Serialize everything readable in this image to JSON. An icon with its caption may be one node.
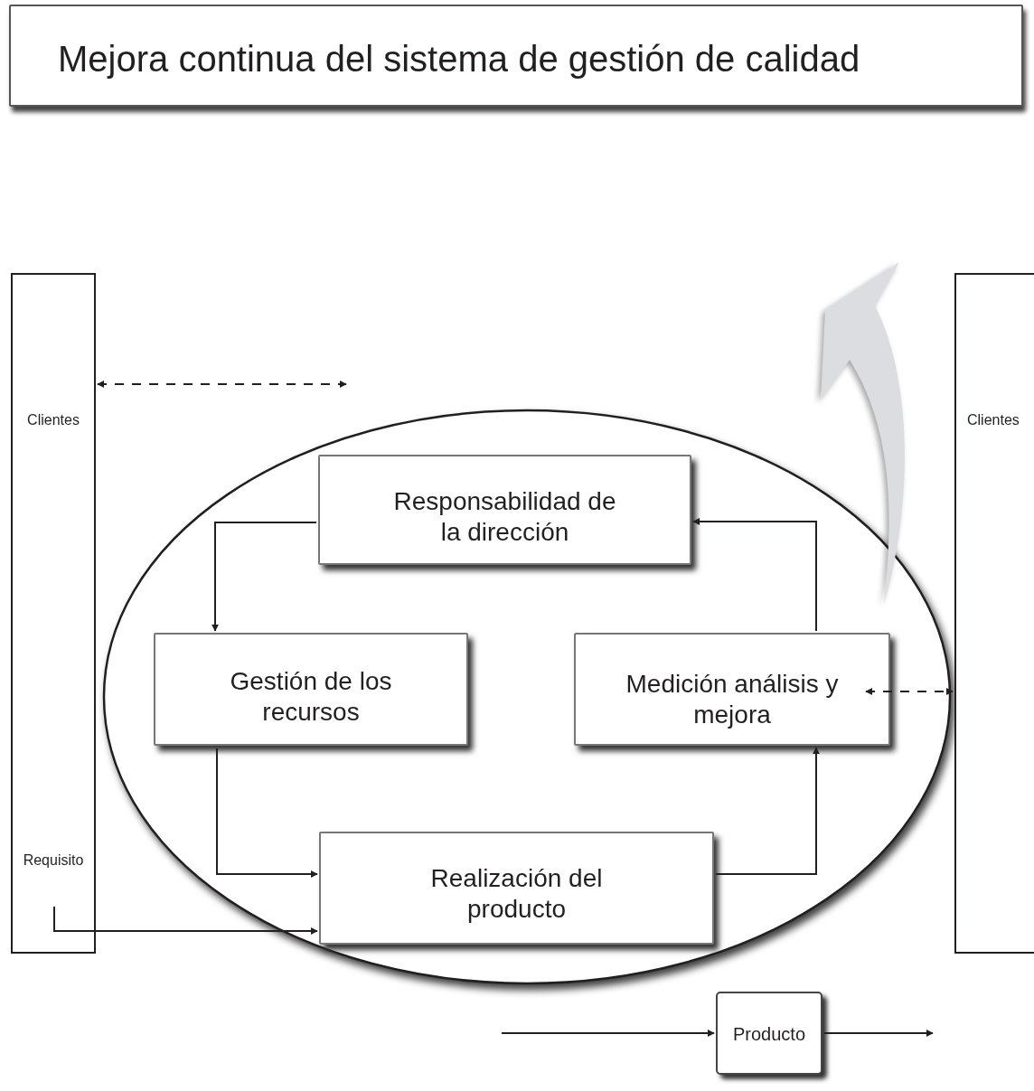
{
  "diagram": {
    "nodes": [
      {
        "text": [
          "Mejora continua del sistema de gestión de calidad"
        ]
      },
      {
        "text": [
          "Clientes",
          "Requisito"
        ]
      },
      {
        "text": [],
        "shape": "ellipse"
      },
      {
        "text": [
          "Responsabilidad de la dirección"
        ],
        "in": 2
      },
      {
        "text": [
          "Gestión de los recursos"
        ],
        "in": 2
      },
      {
        "text": [
          "Medición análisis y mejora"
        ],
        "in": 2
      },
      {
        "text": [
          "Realización del producto"
        ],
        "in": 2
      },
      {
        "text": [
          "Clientes"
        ]
      },
      {
        "text": [
          "Producto"
        ]
      }
    ],
    "edges": [
      {
        "from": 3,
        "to": 4,
        "arrow": "to"
      },
      {
        "from": 4,
        "to": 6,
        "arrow": "to"
      },
      {
        "from": 6,
        "to": 5,
        "arrow": "to"
      },
      {
        "from": 5,
        "to": 3,
        "arrow": "to"
      },
      {
        "from": 1,
        "to": 6,
        "arrow": "to"
      },
      {
        "from": 1,
        "to": 2,
        "arrow": "both",
        "style": "dashed"
      },
      {
        "from": 5,
        "to": 7,
        "arrow": "both",
        "style": "dashed"
      },
      {
        "from": null,
        "to": 8,
        "arrow": "to"
      },
      {
        "from": 8,
        "to": null,
        "arrow": "to"
      }
    ]
  }
}
